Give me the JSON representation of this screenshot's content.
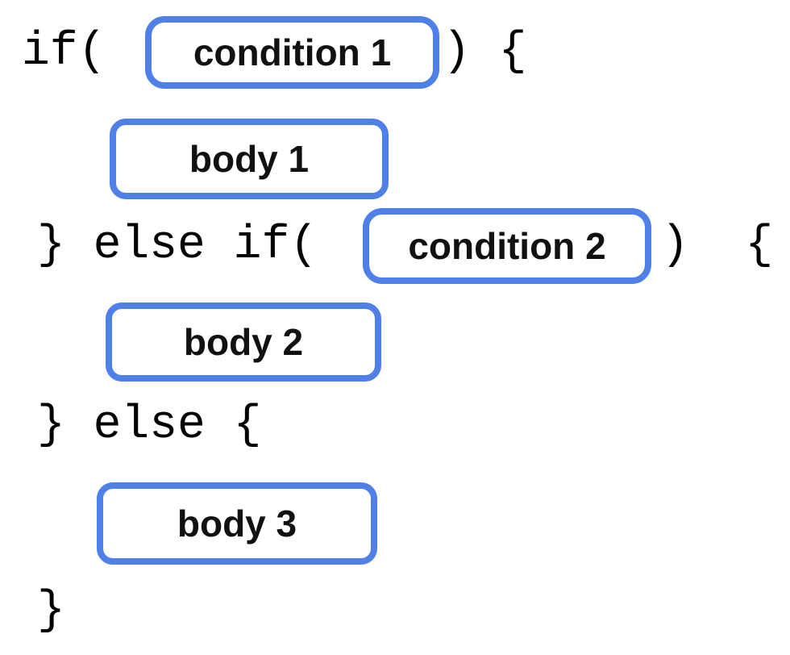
{
  "colors": {
    "accent_blue": "#4e80e8",
    "code_text": "#000000",
    "label_text": "#111111",
    "box_fill": "#ffffff",
    "background": "#ffffff"
  },
  "lines": {
    "if_open": "if(",
    "if_close": ") {",
    "elseif_open": "} else if(",
    "elseif_close": ")  {",
    "else_line": "} else {",
    "final_brace": "}"
  },
  "slots": {
    "condition1": {
      "label": "condition 1"
    },
    "body1": {
      "label": "body 1"
    },
    "condition2": {
      "label": "condition 2"
    },
    "body2": {
      "label": "body 2"
    },
    "body3": {
      "label": "body 3"
    }
  }
}
